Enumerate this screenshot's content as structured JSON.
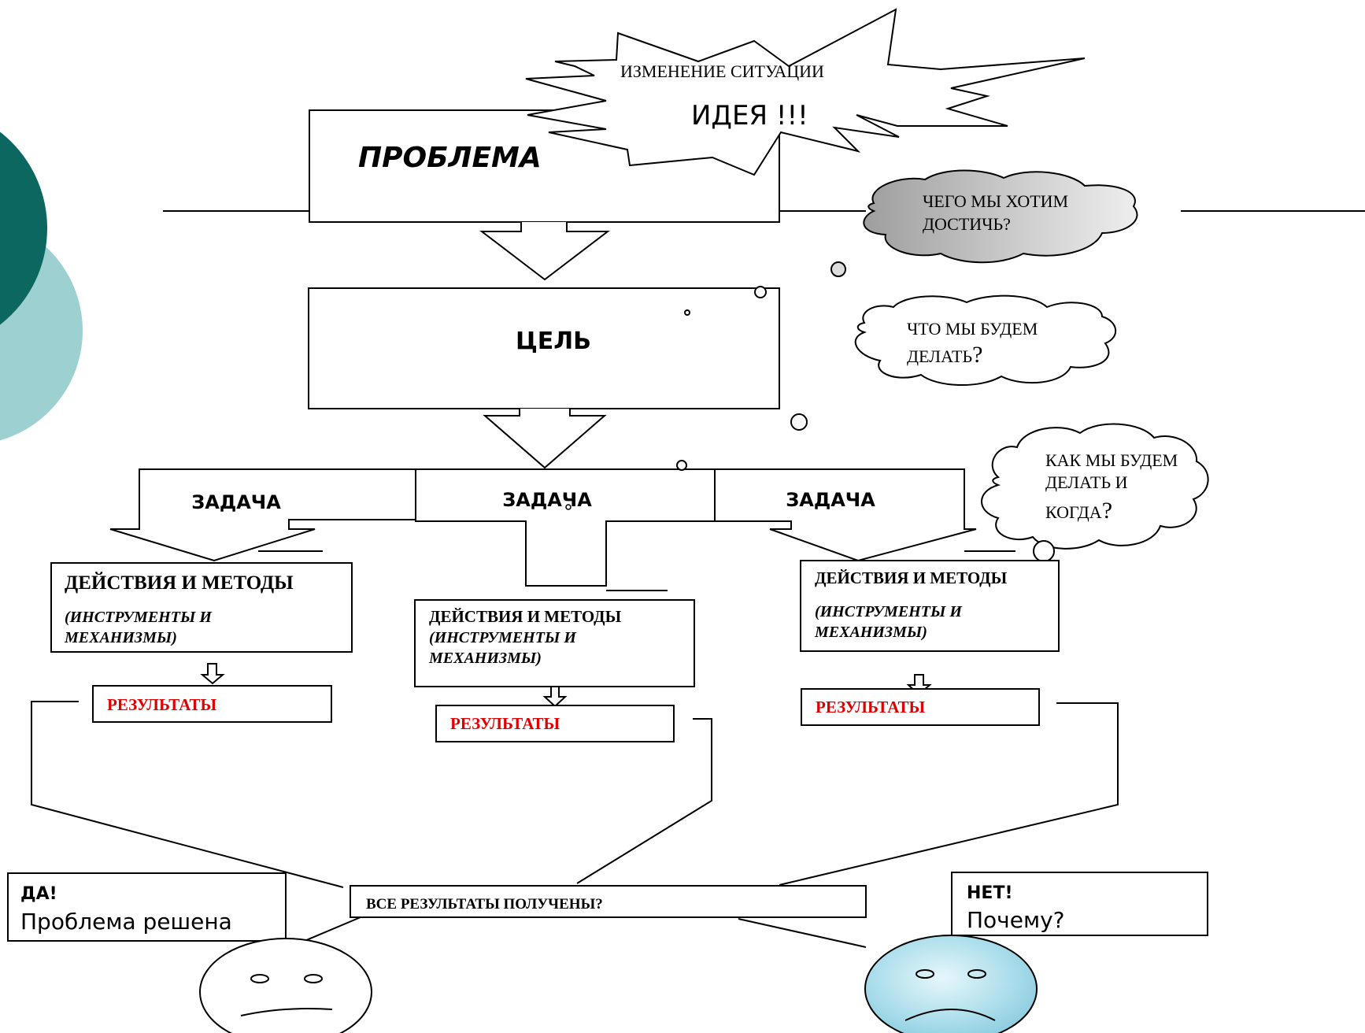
{
  "colors": {
    "dark_teal": "#0b6760",
    "light_teal": "#9dd0d0",
    "red": "#e00000",
    "cloud_gray": "#c4c4c4",
    "face_blue": "#a8d8e8",
    "line": "#000000"
  },
  "burst": {
    "line1": "ИЗМЕНЕНИЕ СИТУАЦИИ",
    "line2": "ИДЕЯ !!!"
  },
  "problem": {
    "label": "ПРОБЛЕМА"
  },
  "goal": {
    "label": "ЦЕЛЬ"
  },
  "clouds": {
    "what_want": {
      "line1": "ЧЕГО МЫ ХОТИМ",
      "line2": "ДОСТИЧЬ?"
    },
    "what_do": {
      "line1": "ЧТО МЫ БУДЕМ",
      "line2": "ДЕЛАТЬ",
      "mark": "?"
    },
    "how_when": {
      "line1": "КАК МЫ БУДЕМ",
      "line2": "ДЕЛАТЬ И",
      "line3": "КОГДА",
      "mark": "?"
    }
  },
  "tasks": [
    "ЗАДАЧА",
    "ЗАДАЧА",
    "ЗАДАЧА"
  ],
  "actions": {
    "title": "ДЕЙСТВИЯ И МЕТОДЫ",
    "sub1": "(ИНСТРУМЕНТЫ И",
    "sub2": "МЕХАНИЗМЫ)"
  },
  "results": [
    "РЕЗУЛЬТАТЫ",
    "РЕЗУЛЬТАТЫ",
    "РЕЗУЛЬТАТЫ"
  ],
  "question": "ВСЕ РЕЗУЛЬТАТЫ ПОЛУЧЕНЫ?",
  "yes": {
    "title": "ДА!",
    "text": "Проблема решена"
  },
  "no": {
    "title": "НЕТ!",
    "text": "Почему?"
  }
}
